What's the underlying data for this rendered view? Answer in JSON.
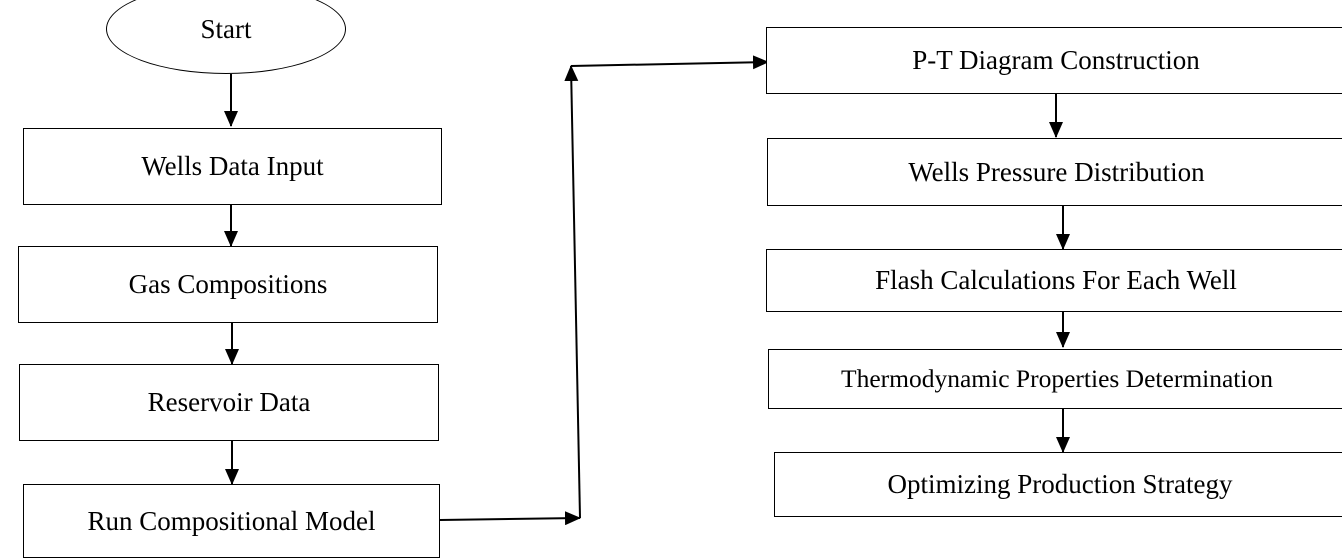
{
  "flowchart": {
    "start": "Start",
    "left_column": [
      "Wells Data Input",
      "Gas Compositions",
      "Reservoir Data",
      "Run Compositional Model"
    ],
    "right_column": [
      "P-T Diagram Construction",
      "Wells Pressure Distribution",
      "Flash Calculations For Each Well",
      "Thermodynamic Properties Determination",
      "Optimizing Production Strategy"
    ]
  },
  "colors": {
    "line": "#000000",
    "fill": "#ffffff"
  }
}
